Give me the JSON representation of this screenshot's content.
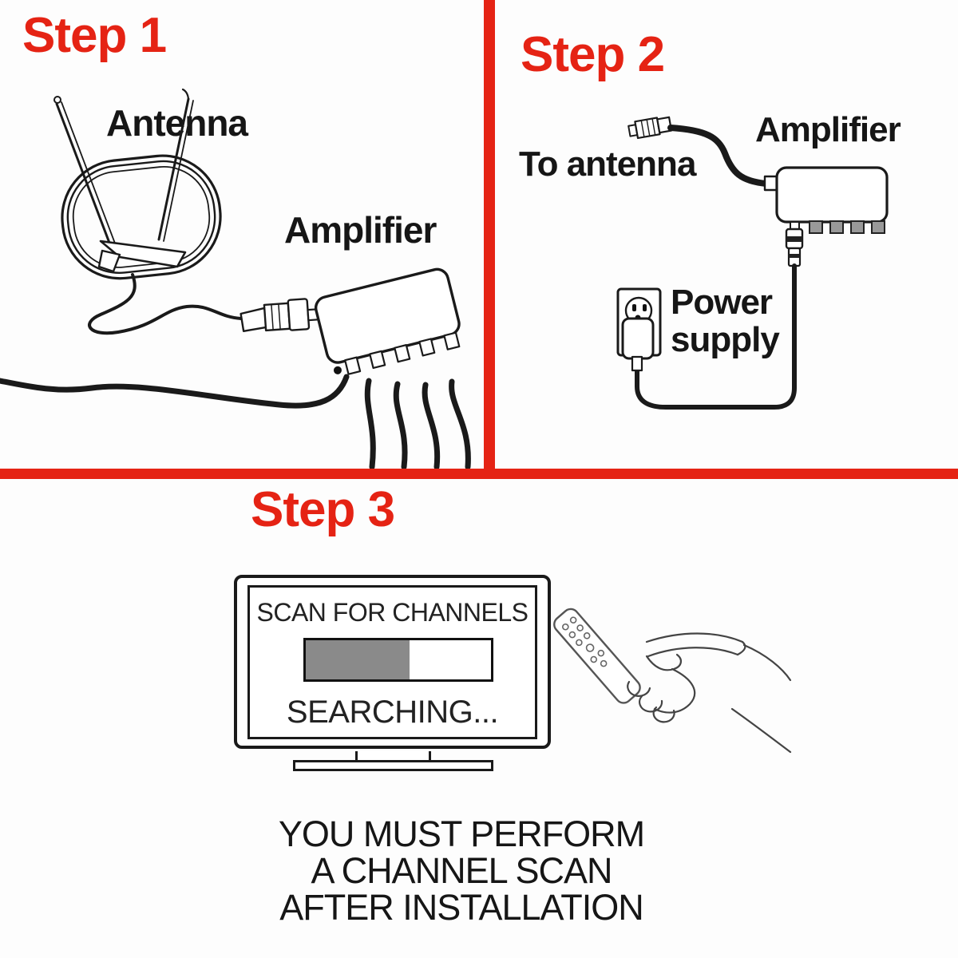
{
  "colors": {
    "accent_red": "#e52314",
    "line_art": "#1a1a1a",
    "progress_fill": "#8a8a8a",
    "port_gray": "#999999"
  },
  "step1": {
    "title": "Step 1",
    "antenna_label": "Antenna",
    "amplifier_label": "Amplifier"
  },
  "step2": {
    "title": "Step 2",
    "to_antenna_label": "To antenna",
    "amplifier_label": "Amplifier",
    "power_label": "Power",
    "supply_label": "supply"
  },
  "step3": {
    "title": "Step 3",
    "screen_title": "SCAN FOR CHANNELS",
    "progress_percent": 56,
    "screen_status": "SEARCHING...",
    "warning_line1": "YOU MUST PERFORM",
    "warning_line2": "A CHANNEL SCAN",
    "warning_line3": "AFTER INSTALLATION"
  }
}
